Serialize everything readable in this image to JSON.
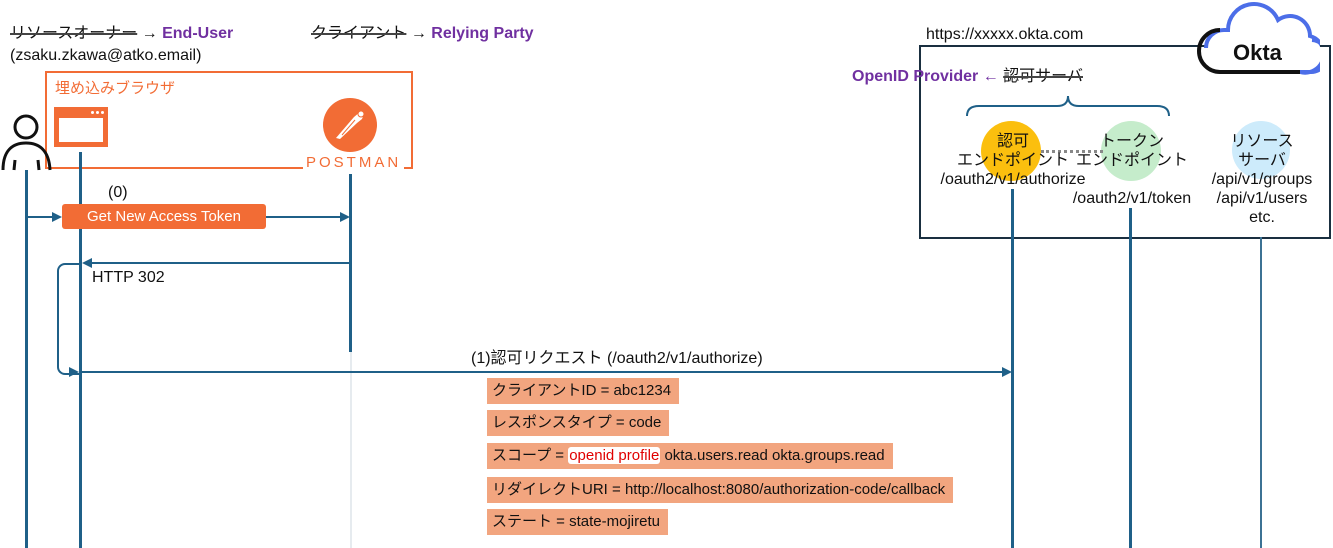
{
  "actors": {
    "end_user": {
      "old_label": "リソースオーナー",
      "arrow": "→",
      "new_label": "End-User",
      "email": "(zsaku.zkawa@atko.email)"
    },
    "client": {
      "old_label": "クライアント",
      "arrow": "→",
      "new_label": "Relying Party"
    },
    "embedded_browser": {
      "label": "埋め込みブラウザ"
    },
    "postman": {
      "label": "POSTMAN"
    },
    "okta": {
      "url": "https://xxxxx.okta.com",
      "cloud_label": "Okta",
      "provider_new": "OpenID Provider",
      "provider_arrow": "←",
      "provider_old": "認可サーバ",
      "authorize_endpoint": {
        "line1": "認可",
        "line2": "エンドポイント",
        "path": "/oauth2/v1/authorize"
      },
      "token_endpoint": {
        "line1": "トークン",
        "line2": "エンドポイント",
        "path": "/oauth2/v1/token"
      },
      "resource_server": {
        "line1": "リソース",
        "line2": "サーバ",
        "paths": [
          "/api/v1/groups",
          "/api/v1/users",
          "etc."
        ]
      }
    }
  },
  "messages": {
    "step0_label": "(0)",
    "get_token_button": "Get New Access Token",
    "http302": "HTTP 302",
    "step1_label": "(1)認可リクエスト (/oauth2/v1/authorize)"
  },
  "params": [
    {
      "key": "クライアントID",
      "eq": " = ",
      "value": "abc1234"
    },
    {
      "key": "レスポンスタイプ",
      "eq": " = ",
      "value": "code"
    },
    {
      "key": "スコープ",
      "eq": " = ",
      "highlight": "openid profile",
      "value": " okta.users.read okta.groups.read"
    },
    {
      "key": "リダイレクトURI",
      "eq": " = ",
      "value": "http://localhost:8080/authorization-code/callback"
    },
    {
      "key": "ステート",
      "eq": " = ",
      "value": "state-mojiretu"
    }
  ],
  "colors": {
    "accent_purple": "#7030a0",
    "postman_orange": "#f26c35",
    "line_blue": "#1f6088",
    "param_bg": "#f2a57f",
    "authorize_circle": "#fbbf0e",
    "token_circle": "#c5eccb",
    "resource_circle": "#cdebfb",
    "okta_cloud_blue": "#4c6ee8"
  }
}
